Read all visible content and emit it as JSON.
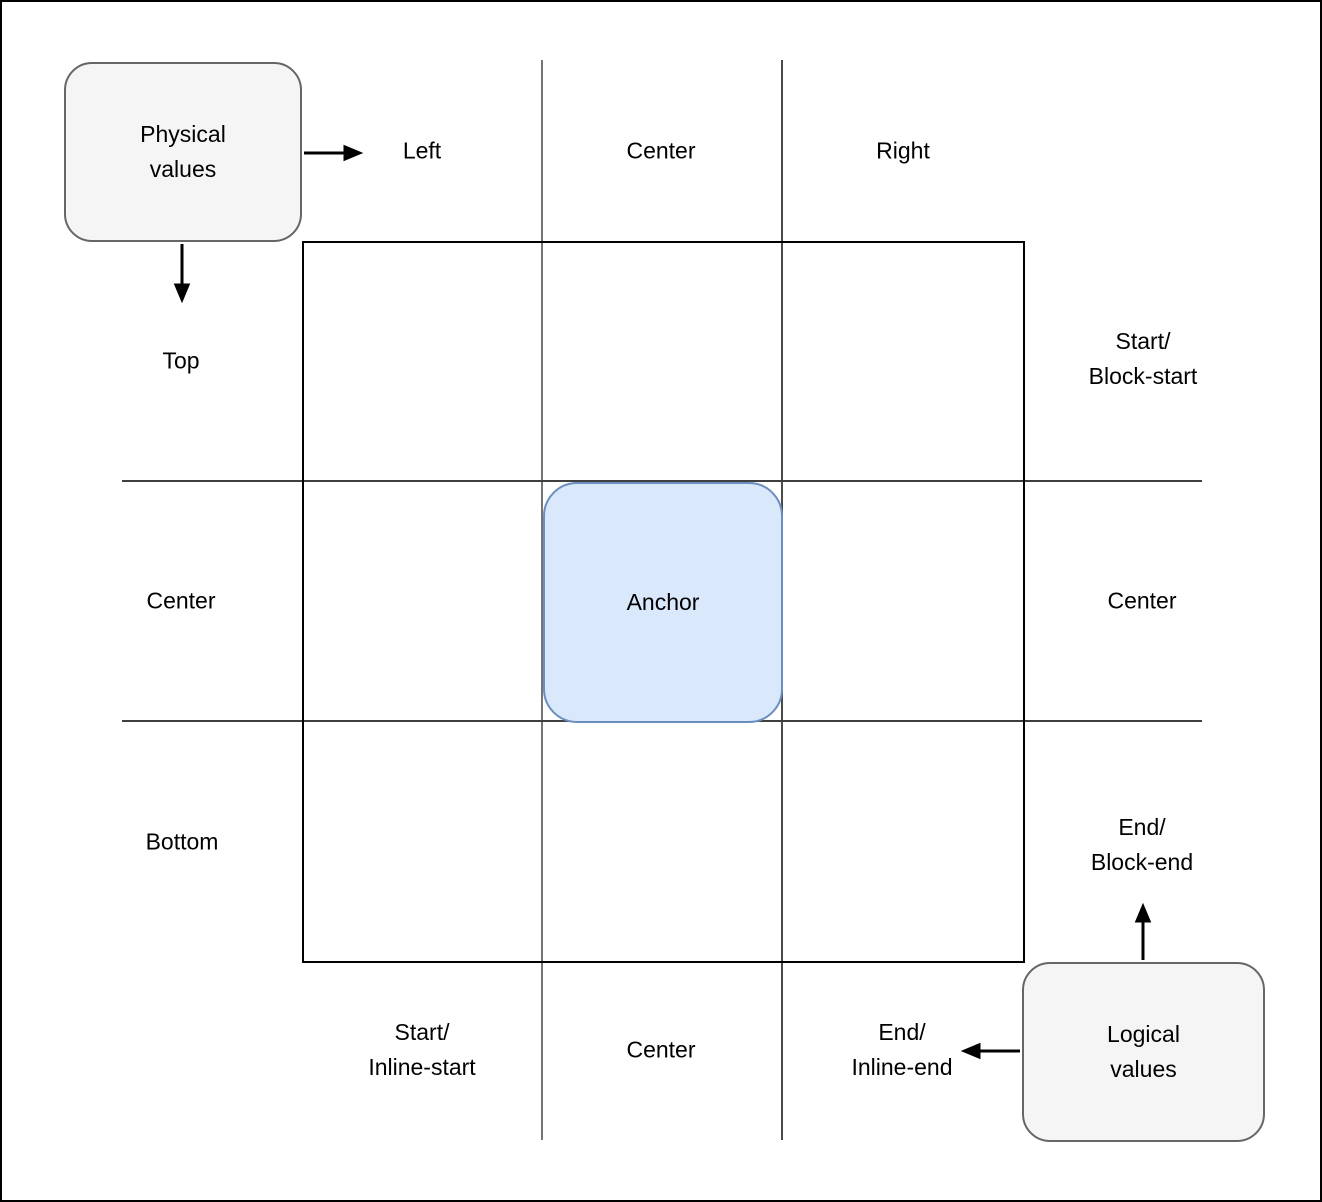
{
  "diagram": {
    "title_hint": "anchor positioning physical vs logical values grid",
    "anchor": {
      "label": "Anchor"
    },
    "legend": {
      "physical": {
        "label": "Physical\nvalues"
      },
      "logical": {
        "label": "Logical\nvalues"
      }
    },
    "physical_labels": {
      "columns": [
        "Left",
        "Center",
        "Right"
      ],
      "rows": [
        "Top",
        "Center",
        "Bottom"
      ]
    },
    "logical_labels": {
      "rows": [
        "Start/\nBlock-start",
        "Center",
        "End/\nBlock-end"
      ],
      "columns": [
        "Start/\nInline-start",
        "Center",
        "End/\nInline-end"
      ]
    },
    "icons": {
      "physical_to_columns": "arrow-right-icon",
      "physical_to_rows": "arrow-down-icon",
      "logical_to_rows": "arrow-up-icon",
      "logical_to_columns": "arrow-left-icon"
    }
  },
  "colors": {
    "anchor_fill": "#dae8fc",
    "anchor_border": "#6c8ebf",
    "legend_fill": "#f5f5f5",
    "legend_border": "#666666",
    "line_dark": "#3f3f3f",
    "line_mid": "#4a4a4a",
    "line_gray": "#757575",
    "text": "#000000"
  }
}
